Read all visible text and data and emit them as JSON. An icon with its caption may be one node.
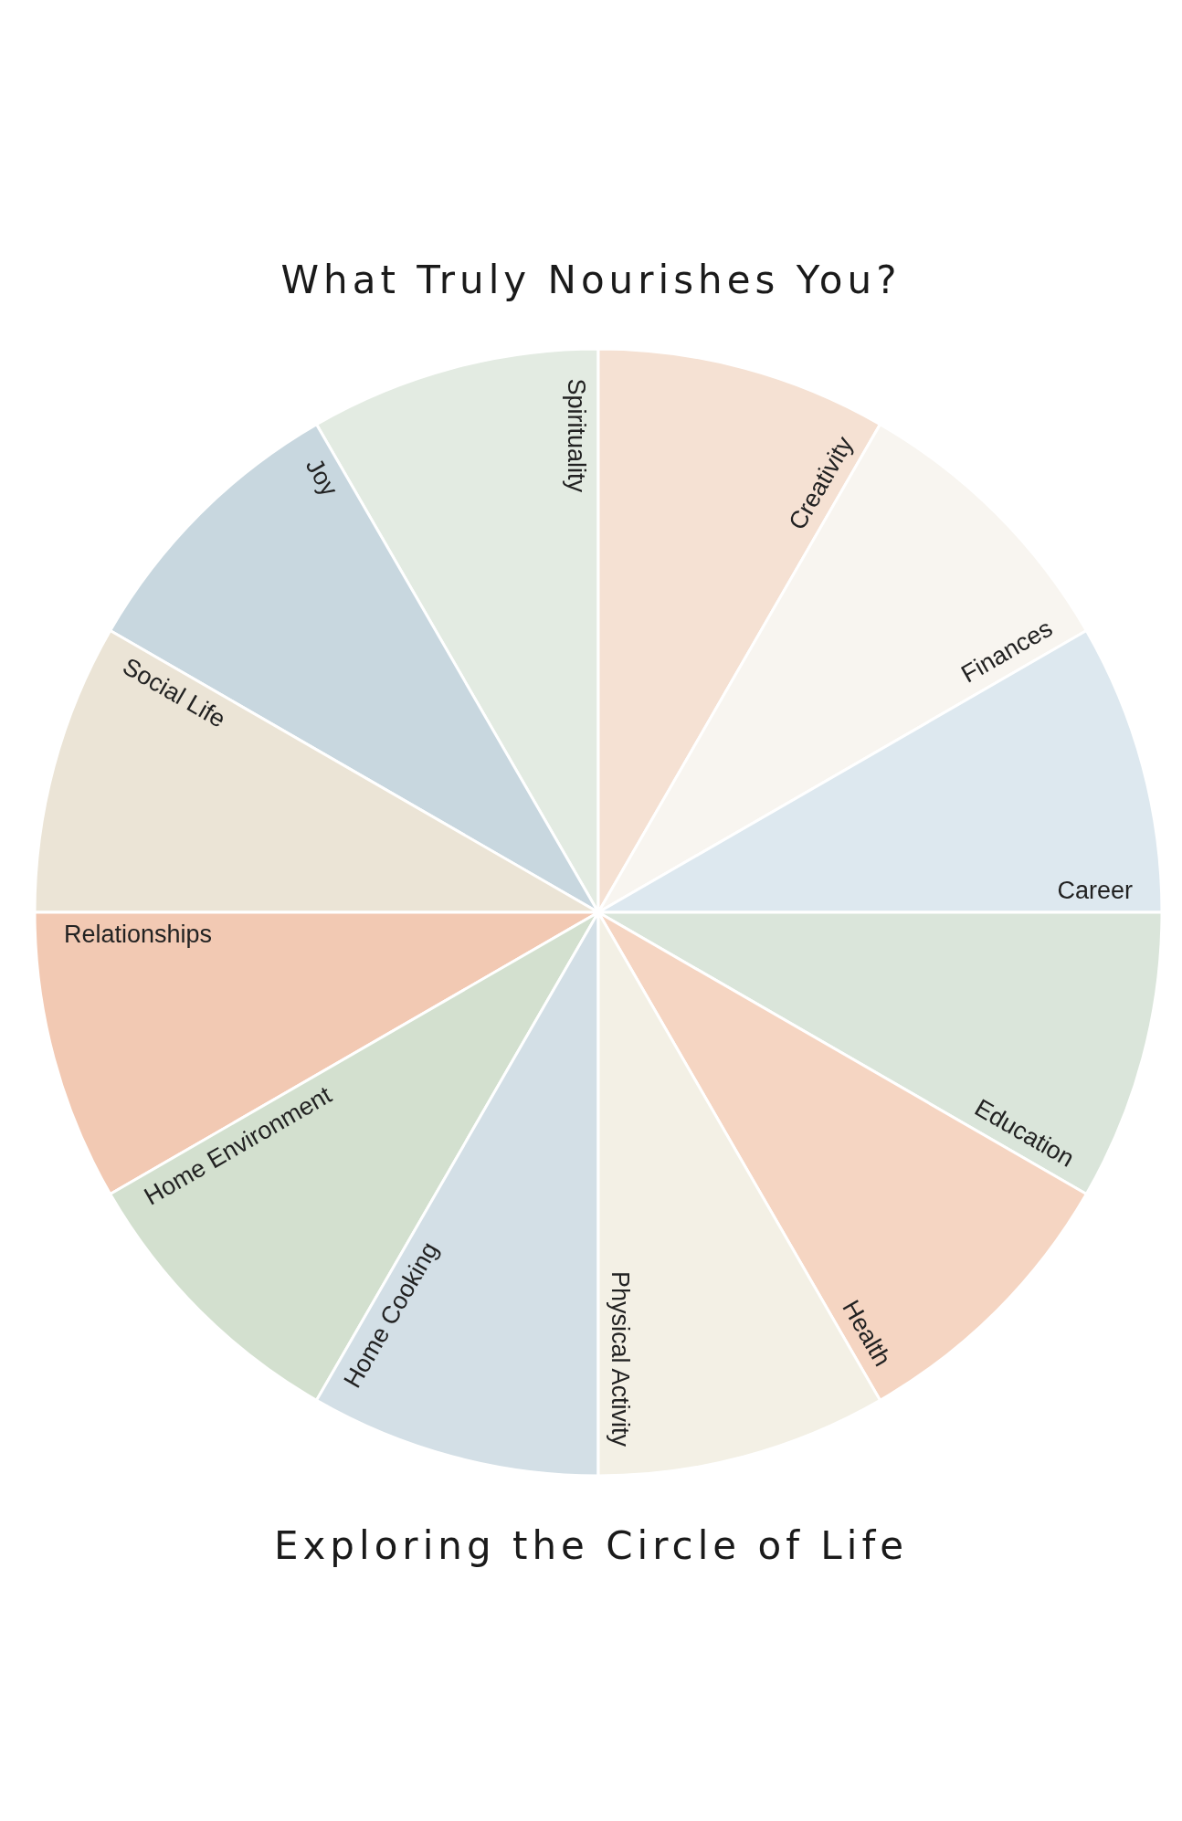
{
  "diagram": {
    "title": "What Truly Nourishes You?",
    "caption": "Exploring the Circle of Life",
    "nodes": [
      {
        "text": [
          "Spirituality"
        ]
      },
      {
        "text": [
          "Creativity"
        ]
      },
      {
        "text": [
          "Joy"
        ]
      },
      {
        "text": [
          "Finances"
        ]
      },
      {
        "text": [
          "Social Life"
        ]
      },
      {
        "text": [
          "Career"
        ]
      },
      {
        "text": [
          "Relationships"
        ]
      },
      {
        "text": [
          "Education"
        ]
      },
      {
        "text": [
          "Home Environment"
        ]
      },
      {
        "text": [
          "Health"
        ]
      },
      {
        "text": [
          "Home Cooking"
        ]
      },
      {
        "text": [
          "Physical Activity"
        ]
      }
    ]
  }
}
